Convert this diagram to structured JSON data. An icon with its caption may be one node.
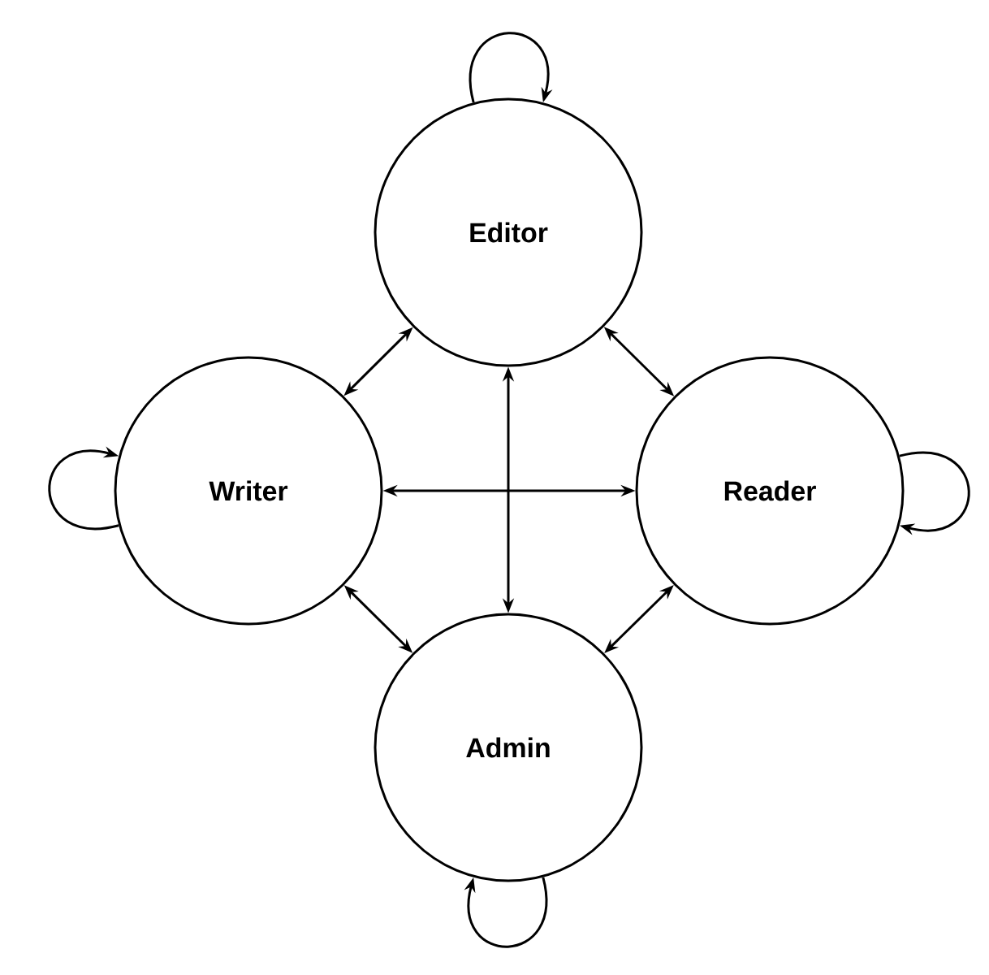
{
  "diagram": {
    "nodes": [
      {
        "text": [
          "Editor"
        ]
      },
      {
        "text": [
          "Writer"
        ]
      },
      {
        "text": [
          "Reader"
        ]
      },
      {
        "text": [
          "Admin"
        ]
      }
    ],
    "edges": [
      {
        "from": 0,
        "to": 0,
        "arrow": "to"
      },
      {
        "from": 1,
        "to": 1,
        "arrow": "to"
      },
      {
        "from": 2,
        "to": 2,
        "arrow": "to"
      },
      {
        "from": 3,
        "to": 3,
        "arrow": "to"
      },
      {
        "from": 0,
        "to": 1,
        "arrow": "both"
      },
      {
        "from": 0,
        "to": 2,
        "arrow": "both"
      },
      {
        "from": 0,
        "to": 3,
        "arrow": "both"
      },
      {
        "from": 1,
        "to": 2,
        "arrow": "both"
      },
      {
        "from": 1,
        "to": 3,
        "arrow": "both"
      },
      {
        "from": 2,
        "to": 3,
        "arrow": "both"
      }
    ]
  }
}
